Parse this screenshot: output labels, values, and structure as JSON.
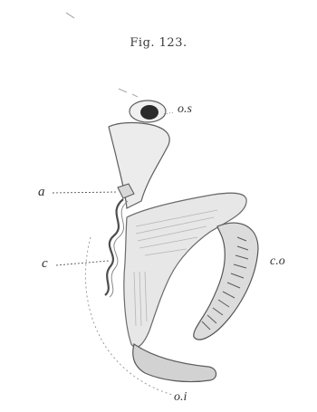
{
  "figure": {
    "title": "Fig. 123.",
    "labels": {
      "os": "o.s",
      "a": "a",
      "c": "c",
      "co": "c.o",
      "oi": "o.i"
    }
  }
}
